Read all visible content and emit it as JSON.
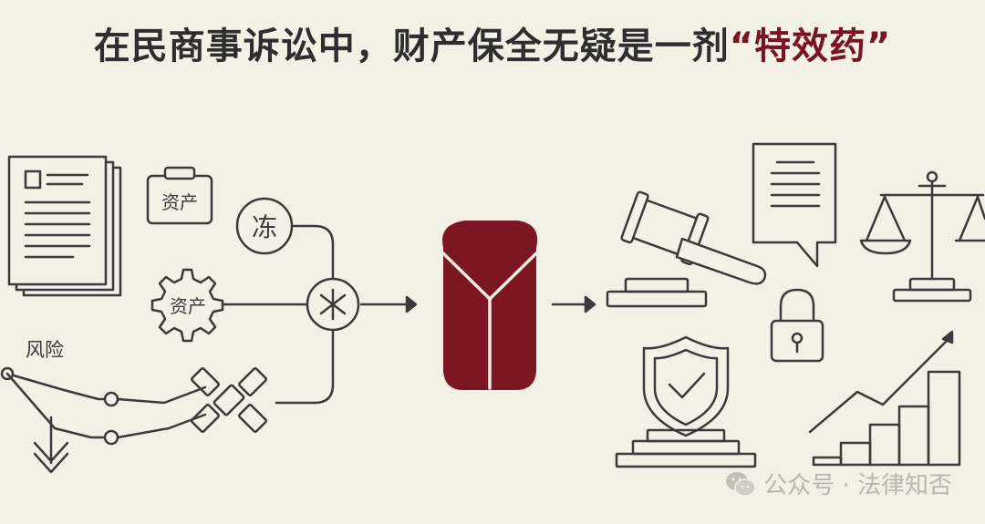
{
  "title": {
    "main": "在民商事诉讼中，财产保全无疑是一剂",
    "highlight": "“特效药”"
  },
  "left": {
    "asset_board_label": "资产",
    "asset_gear_label": "资产",
    "freeze_label": "冻",
    "risk_label": "风险"
  },
  "watermark": {
    "text": "公众号 · 法律知否",
    "icon": "wechat-icon"
  },
  "colors": {
    "accent": "#7a1420",
    "ink": "#3a3a3a",
    "background": "#f3f0e6"
  }
}
